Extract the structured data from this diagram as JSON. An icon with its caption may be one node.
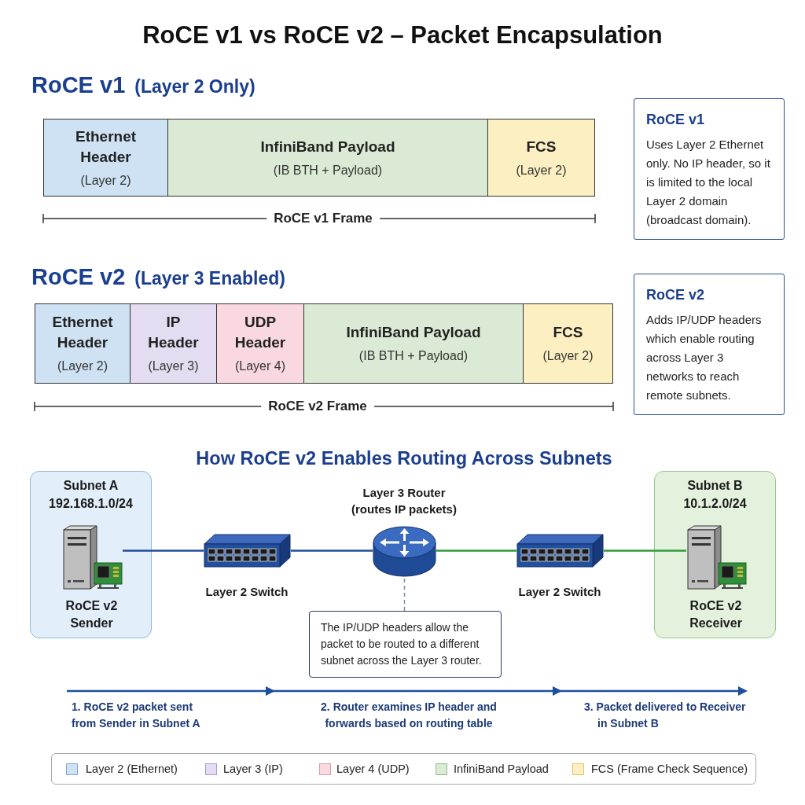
{
  "diagram": {
    "title": "RoCE v1 vs RoCE v2 – Packet Encapsulation",
    "nodes": [
      {
        "text": [
          "Ethernet Header",
          "(Layer 2)"
        ]
      },
      {
        "text": [
          "InfiniBand Payload",
          "(IB BTH + Payload)"
        ]
      },
      {
        "text": [
          "FCS",
          "(Layer 2)"
        ]
      },
      {
        "text": [
          "RoCE v1",
          "Uses Layer 2 Ethernet only. No IP header, so it is limited to the local Layer 2 domain (broadcast domain)."
        ]
      },
      {
        "text": [
          "Ethernet Header",
          "(Layer 2)"
        ]
      },
      {
        "text": [
          "IP Header",
          "(Layer 3)"
        ]
      },
      {
        "text": [
          "UDP Header",
          "(Layer 4)"
        ]
      },
      {
        "text": [
          "InfiniBand Payload",
          "(IB BTH + Payload)"
        ]
      },
      {
        "text": [
          "FCS",
          "(Layer 2)"
        ]
      },
      {
        "text": [
          "RoCE v2",
          "Adds IP/UDP headers which enable routing across Layer 3 networks to reach remote subnets."
        ]
      },
      {
        "text": [
          "Subnet A",
          "192.168.1.0/24"
        ]
      },
      {
        "text": [],
        "shape": "picture",
        "in": 10,
        "beside": [
          "RoCE v2 Sender"
        ]
      },
      {
        "text": [],
        "shape": "picture",
        "beside": [
          "Layer 2 Switch"
        ]
      },
      {
        "text": [],
        "shape": "picture",
        "beside": [
          "Layer 3 Router (routes IP packets)"
        ]
      },
      {
        "text": [],
        "shape": "picture",
        "beside": [
          "Layer 2 Switch"
        ]
      },
      {
        "text": [
          "Subnet B",
          "10.1.2.0/24"
        ]
      },
      {
        "text": [],
        "shape": "picture",
        "in": 15,
        "beside": [
          "RoCE v2 Receiver"
        ]
      },
      {
        "text": [
          "The IP/UDP headers allow the packet to be routed to a different subnet across the Layer 3 router."
        ]
      }
    ],
    "edges": [
      {
        "from": 11,
        "to": 12,
        "arrow": "none"
      },
      {
        "from": 12,
        "to": 13,
        "arrow": "none"
      },
      {
        "from": 13,
        "to": 14,
        "arrow": "none",
        "color": "#2e9b3a"
      },
      {
        "from": 14,
        "to": 16,
        "arrow": "none",
        "color": "#2e9b3a"
      },
      {
        "from": 17,
        "to": 13,
        "arrow": "none",
        "style": "dashed",
        "color": "#7d8aa3"
      }
    ],
    "labels": [
      "RoCE v1",
      "(Layer 2 Only)",
      "RoCE v1 Frame",
      "RoCE v2",
      "(Layer 3 Enabled)",
      "RoCE v2 Frame",
      "How RoCE v2 Enables Routing Across Subnets",
      "1. RoCE v2 packet sent from Sender in Subnet A",
      "2. Router examines IP header and forwards based on routing table",
      "3. Packet delivered to Receiver in Subnet B"
    ],
    "legend": [
      {
        "text": "Layer 2 (Ethernet)",
        "color": "#cfe2f3"
      },
      {
        "text": "Layer 3 (IP)",
        "color": "#e4dcf1"
      },
      {
        "text": "Layer 4 (UDP)",
        "color": "#f9d9df"
      },
      {
        "text": "InfiniBand Payload",
        "color": "#dbead4"
      },
      {
        "text": "FCS (Frame Check Sequence)",
        "color": "#fcf0c2"
      }
    ]
  }
}
